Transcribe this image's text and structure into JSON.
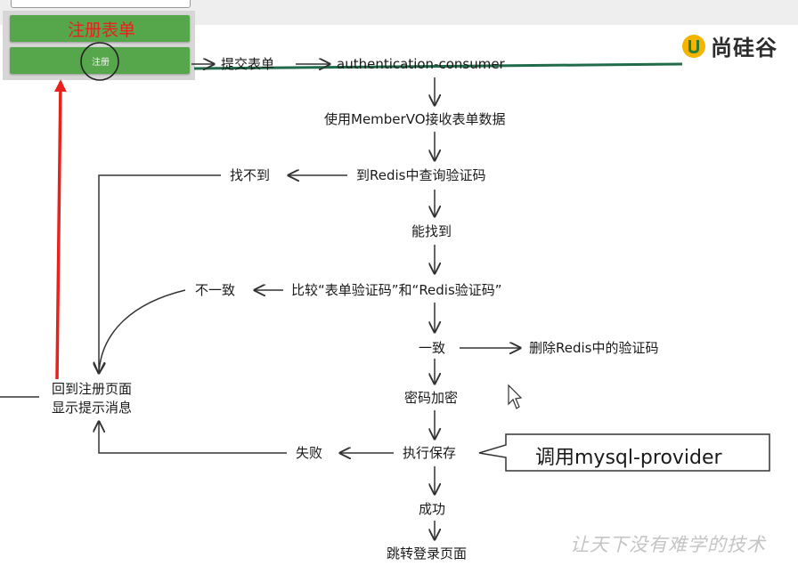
{
  "form_panel": {
    "form_button_label": "注册表单",
    "register_button_label": "注册"
  },
  "logo": {
    "text": "尚硅谷"
  },
  "flow": {
    "submit": "提交表单",
    "consumer": "authentication-consumer",
    "receive": "使用MemberVO接收表单数据",
    "query_redis": "到Redis中查询验证码",
    "not_found": "找不到",
    "found": "能找到",
    "compare": "比较“表单验证码”和“Redis验证码”",
    "mismatch": "不一致",
    "match": "一致",
    "delete_code": "删除Redis中的验证码",
    "back_line1": "回到注册页面",
    "back_line2": "显示提示消息",
    "encrypt": "密码加密",
    "save": "执行保存",
    "failure": "失败",
    "success": "成功",
    "goto_login": "跳转登录页面"
  },
  "callout": {
    "text": "调用mysql-provider"
  },
  "watermark": {
    "text": "让天下没有难学的技术"
  }
}
